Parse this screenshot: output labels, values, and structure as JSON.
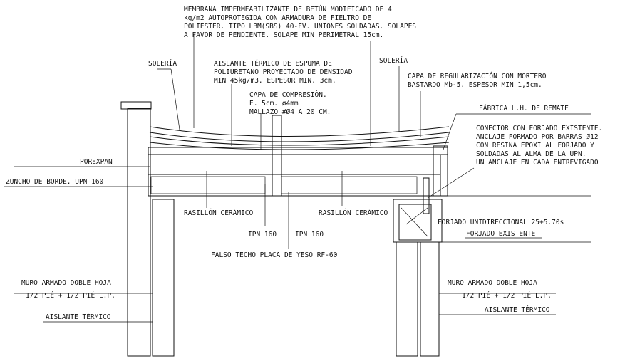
{
  "labels": {
    "membrana": [
      "MEMBRANA IMPERMEABILIZANTE DE BETÚN MODIFICADO DE 4",
      "kg/m2  AUTOPROTEGIDA CON ARMADURA DE  FIELTRO DE",
      "POLIESTER. TIPO LBM(SBS) 40-FV. UNIONES SOLDADAS. SOLAPES",
      "A FAVOR DE PENDIENTE. SOLAPE MIN PERIMETRAL 15cm."
    ],
    "soleria_left": "SOLERÍA",
    "soleria_right": "SOLERÍA",
    "aislante_espuma": [
      "AISLANTE TÉRMICO DE ESPUMA DE",
      "POLIURETANO PROYECTADO DE DENSIDAD",
      "MIN 45kg/m3. ESPESOR MIN. 3cm."
    ],
    "capa_regularizacion": [
      "CAPA DE REGULARIZACIÓN CON MORTERO",
      "BASTARDO Mb-5. ESPESOR MIN 1,5cm."
    ],
    "capa_compresion": [
      "CAPA DE COMPRESIÓN.",
      "E. 5cm. ø4mm",
      "MALLAZO #Ø4 A 20 CM."
    ],
    "fabrica": "FÁBRICA L.H. DE REMATE",
    "conector": [
      "CONECTOR CON FORJADO EXISTENTE.",
      "ANCLAJE FORMADO POR BARRAS Ø12",
      "CON RESINA EPOXI AL FORJADO Y",
      "SOLDADAS AL ALMA DE LA UPN.",
      "UN ANCLAJE EN CADA ENTREVIGADO"
    ],
    "porexpan": "POREXPAN",
    "zuncho": "ZUNCHO DE BORDE. UPN 160",
    "rasillon_left": "RASILLÓN CERÁMICO",
    "rasillon_right": "RASILLÓN CERÁMICO",
    "ipn_left": "IPN 160",
    "ipn_right": "IPN 160",
    "falso_techo": "FALSO TECHO PLACA DE YESO RF-60",
    "forjado_uni": "FORJADO UNIDIRECCIONAL 25+5.70s",
    "forjado_existente": "FORJADO EXISTENTE",
    "muro_left": [
      "MURO ARMADO DOBLE HOJA",
      "1/2 PIÉ + 1/2 PIÉ L.P."
    ],
    "muro_right": [
      "MURO ARMADO DOBLE HOJA",
      "1/2 PIÉ + 1/2 PIÉ L.P."
    ],
    "aislante_left": "AISLANTE TÉRMICO",
    "aislante_right": "AISLANTE TÉRMICO"
  }
}
